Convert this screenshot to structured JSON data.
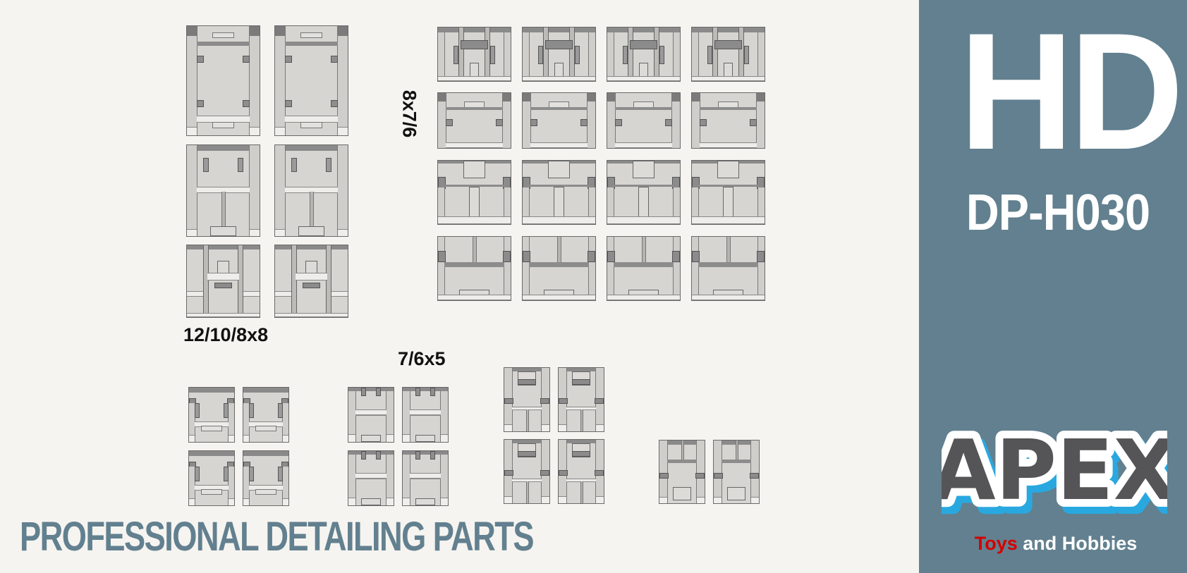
{
  "brand": {
    "series_badge": "HD",
    "product_code": "DP-H030",
    "logo_text": "APEX",
    "tagline_highlight": "Toys",
    "tagline_rest": " and Hobbies",
    "colors": {
      "panel": "#62808f",
      "logo_fill": "#555558",
      "logo_outline": "#ffffff",
      "logo_shadow": "#29a8e0",
      "tagline_red": "#d40000",
      "background": "#f6f4f0",
      "part_fill": "#d6d5d1",
      "part_dark": "#7b7b7b"
    }
  },
  "headline": "PROFESSIONAL DETAILING PARTS",
  "groups": [
    {
      "label": "12/10/8x8",
      "part_count": 6
    },
    {
      "label": "8x7/6",
      "part_count": 16,
      "label_rotated": true
    },
    {
      "label": "7/6x5",
      "part_count": 14
    }
  ]
}
